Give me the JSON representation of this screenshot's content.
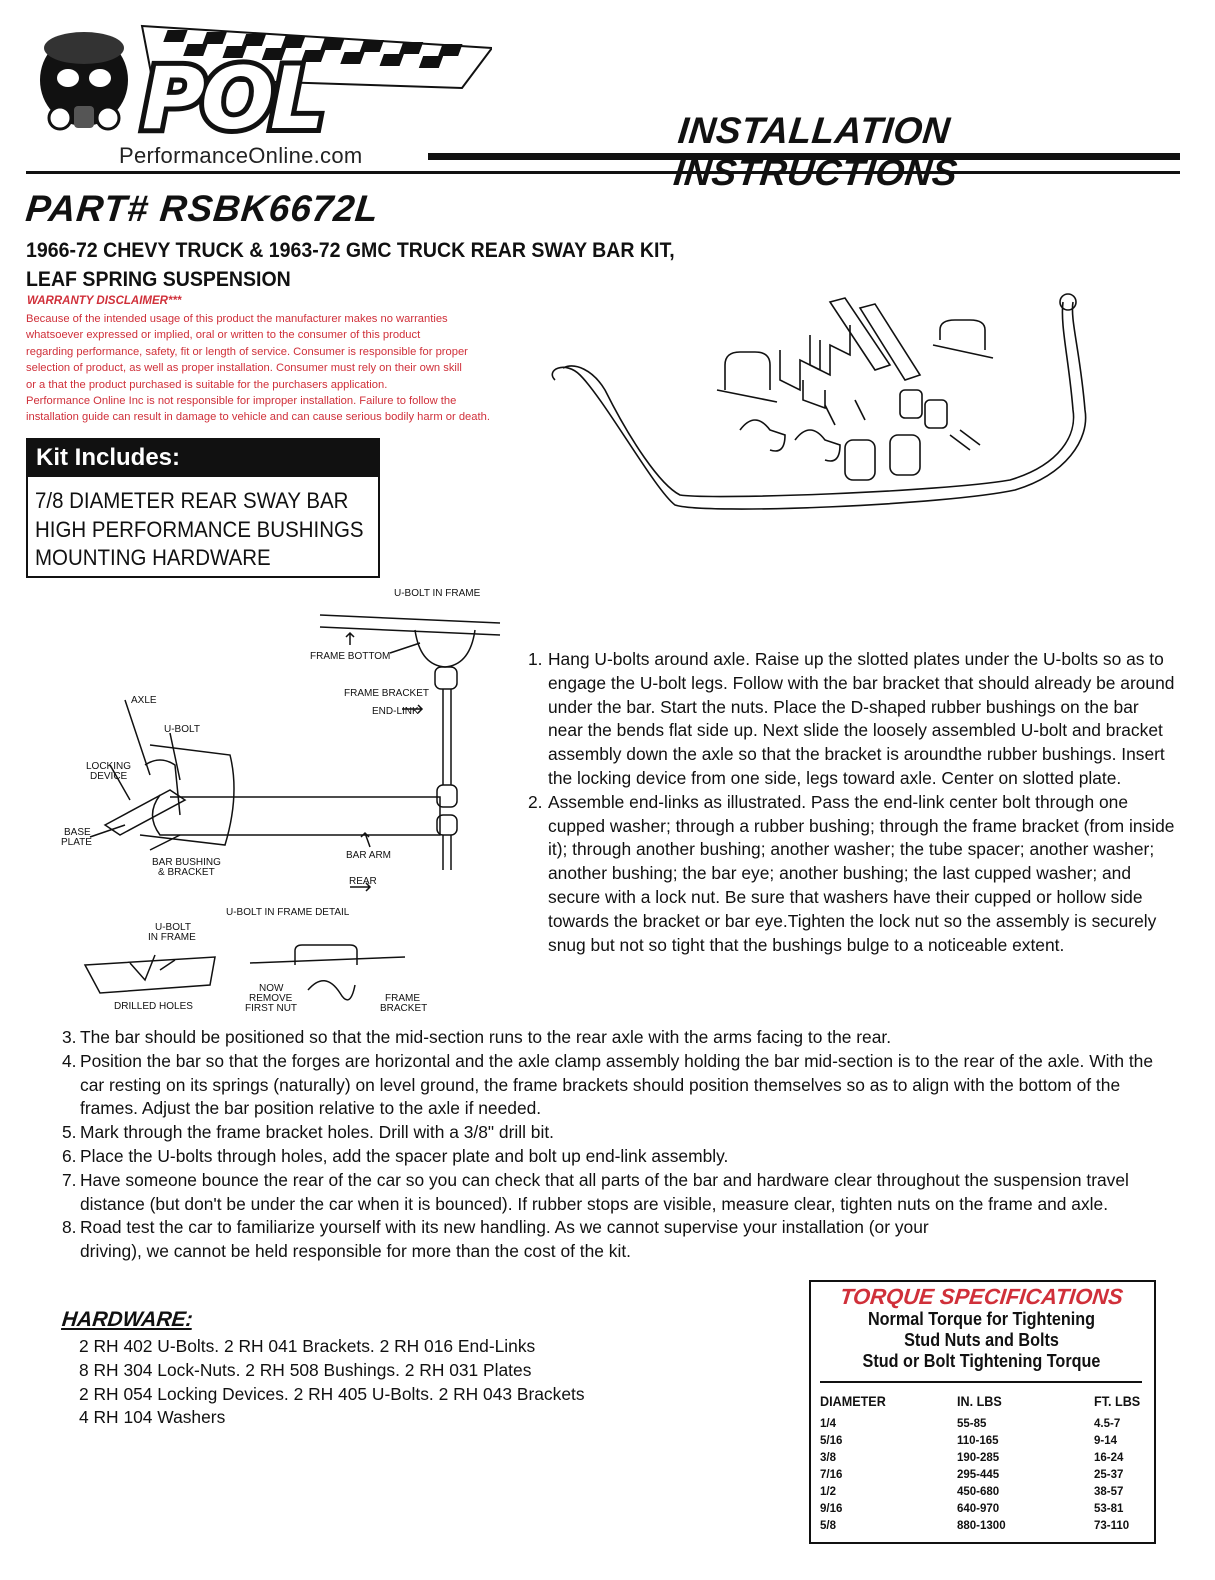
{
  "header": {
    "site": "PerformanceOnline.com",
    "title": "INSTALLATION INSTRUCTIONS",
    "brand_color": "#111111"
  },
  "part_number": "PART# RSBK6672L",
  "subtitle": [
    "1966-72 CHEVY TRUCK & 1963-72 GMC TRUCK REAR SWAY BAR KIT,",
    "LEAF SPRING SUSPENSION"
  ],
  "warranty": {
    "title": "WARRANTY DISCLAIMER***",
    "color": "#d0303a",
    "lines": [
      "Because of the intended usage of this product the manufacturer makes no warranties",
      "whatsoever expressed or implied, oral or written to the consumer of this product",
      "regarding performance, safety, fit or length of service. Consumer is responsible for proper",
      "selection of product, as well as proper installation. Consumer must rely on their own skill",
      "or a that the product purchased is suitable for the purchasers application.",
      "Performance Online Inc is not responsible for improper installation. Failure to follow the",
      "installation guide can result in damage to vehicle and can cause serious bodily harm or death."
    ]
  },
  "kit": {
    "header": "Kit Includes:",
    "items": [
      "7/8 DIAMETER REAR SWAY BAR",
      "HIGH PERFORMANCE BUSHINGS",
      "MOUNTING HARDWARE"
    ]
  },
  "diagram_labels": {
    "ubolt_in_frame": "U-BOLT IN FRAME",
    "frame_bottom": "FRAME BOTTOM",
    "frame_bracket": "FRAME BRACKET",
    "end_link": "END-LINK",
    "axle": "AXLE",
    "u_bolt": "U-BOLT",
    "locking_device_1": "LOCKING",
    "locking_device_2": "DEVICE",
    "base_plate_1": "BASE",
    "base_plate_2": "PLATE",
    "bar_bushing_1": "BAR BUSHING",
    "bar_bushing_2": "& BRACKET",
    "bar_arm": "BAR ARM",
    "rear": "REAR",
    "detail_title": "U-BOLT IN FRAME DETAIL",
    "ubolt_frame_1": "U-BOLT",
    "ubolt_frame_2": "IN FRAME",
    "drilled_holes": "DRILLED HOLES",
    "now_remove_1": "NOW",
    "now_remove_2": "REMOVE",
    "now_remove_3": "FIRST NUT",
    "frame_bracket2_1": "FRAME",
    "frame_bracket2_2": "BRACKET"
  },
  "steps_right": [
    {
      "num": "1.",
      "text": "Hang U-bolts around axle. Raise up the slotted plates under the U-bolts so as to engage the U-bolt legs. Follow with the bar bracket that should already be around under the bar. Start the nuts. Place the D-shaped rubber bushings on the bar near the bends flat side up. Next slide the loosely assembled U-bolt and bracket assembly down the axle so that the bracket is aroundthe rubber bushings. Insert the locking device from one side, legs toward axle. Center on slotted plate."
    },
    {
      "num": "2.",
      "text": "Assemble end-links as illustrated. Pass the end-link center bolt through one cupped washer; through a rubber bushing; through the frame bracket (from inside it); through another bushing; another washer; the tube spacer; another washer; another bushing; the bar eye; another bushing; the last cupped washer; and secure with a lock nut. Be sure that washers have their cupped or hollow side towards the bracket or bar eye.Tighten the lock nut so the assembly is securely snug but not so tight that the bushings bulge to a noticeable extent."
    }
  ],
  "steps_full": [
    {
      "num": "3.",
      "text": "The bar should be positioned so that the mid-section runs to the rear axle with the arms facing to the rear."
    },
    {
      "num": "4.",
      "text": "Position the bar so that the forges are horizontal and the axle clamp assembly holding the bar mid-section is to the rear of the axle. With the car resting on its springs (naturally) on level ground, the frame brackets should position themselves so as to align with the bottom of the frames. Adjust the bar position relative to the axle if needed."
    },
    {
      "num": "5.",
      "text": "Mark through the frame bracket holes. Drill with a 3/8\" drill bit."
    },
    {
      "num": "6.",
      "text": "Place the U-bolts through holes, add the spacer plate and bolt up end-link assembly."
    },
    {
      "num": "7.",
      "text": "Have someone bounce the rear of the car so you can check that all parts of the bar and hardware clear throughout the suspension travel distance (but don't be under the car when it is bounced). If rubber stops are visible, measure clear, tighten nuts on the frame and axle."
    },
    {
      "num": "8.",
      "text": "Road test the car to familiarize yourself with its new handling. As we cannot supervise your installation (or your driving), we cannot be held responsible for more than the cost of the kit."
    }
  ],
  "hardware": {
    "title": "HARDWARE:",
    "lines": [
      "2 RH 402 U-Bolts. 2 RH 041 Brackets. 2 RH 016 End-Links",
      "8 RH 304 Lock-Nuts. 2 RH 508 Bushings. 2 RH 031 Plates",
      "2 RH 054 Locking Devices. 2 RH 405 U-Bolts. 2 RH 043 Brackets",
      "4 RH 104 Washers"
    ]
  },
  "torque": {
    "title": "TORQUE SPECIFICATIONS",
    "title_color": "#d0303a",
    "subtitles": [
      "Normal Torque for Tightening",
      "Stud Nuts and Bolts",
      "Stud or Bolt Tightening Torque"
    ],
    "headers": [
      "DIAMETER",
      "IN. LBS",
      "FT. LBS"
    ],
    "rows": [
      [
        "1/4",
        "55-85",
        "4.5-7"
      ],
      [
        "5/16",
        "110-165",
        "9-14"
      ],
      [
        "3/8",
        "190-285",
        "16-24"
      ],
      [
        "7/16",
        "295-445",
        "25-37"
      ],
      [
        "1/2",
        "450-680",
        "38-57"
      ],
      [
        "9/16",
        "640-970",
        "53-81"
      ],
      [
        "5/8",
        "880-1300",
        "73-110"
      ]
    ]
  }
}
